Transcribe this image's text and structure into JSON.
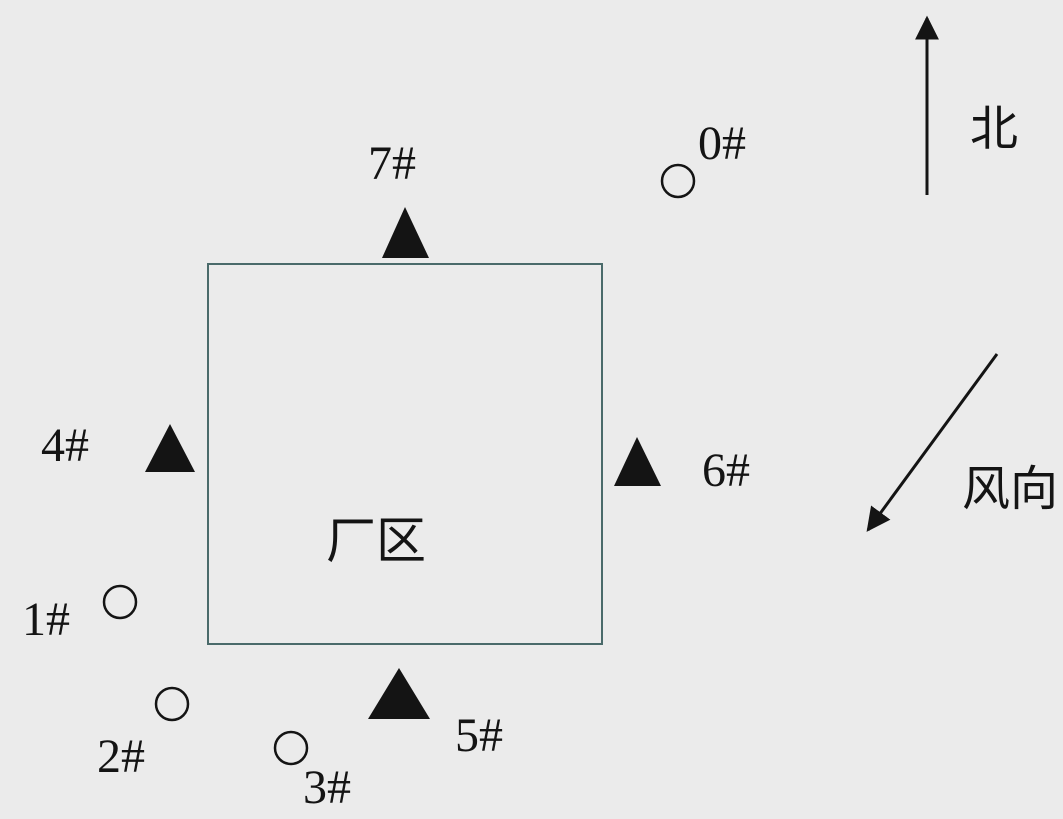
{
  "plant_area": {
    "label": "厂区"
  },
  "compass": {
    "north_label": "北"
  },
  "wind": {
    "label": "风向"
  },
  "points": [
    {
      "id": "0#",
      "symbol": "circle"
    },
    {
      "id": "1#",
      "symbol": "circle"
    },
    {
      "id": "2#",
      "symbol": "circle"
    },
    {
      "id": "3#",
      "symbol": "circle"
    },
    {
      "id": "4#",
      "symbol": "triangle"
    },
    {
      "id": "5#",
      "symbol": "triangle"
    },
    {
      "id": "6#",
      "symbol": "triangle"
    },
    {
      "id": "7#",
      "symbol": "triangle"
    }
  ],
  "colors": {
    "background": "#ebebeb",
    "ink": "#141414",
    "plant_border": "#4a6a6a"
  }
}
